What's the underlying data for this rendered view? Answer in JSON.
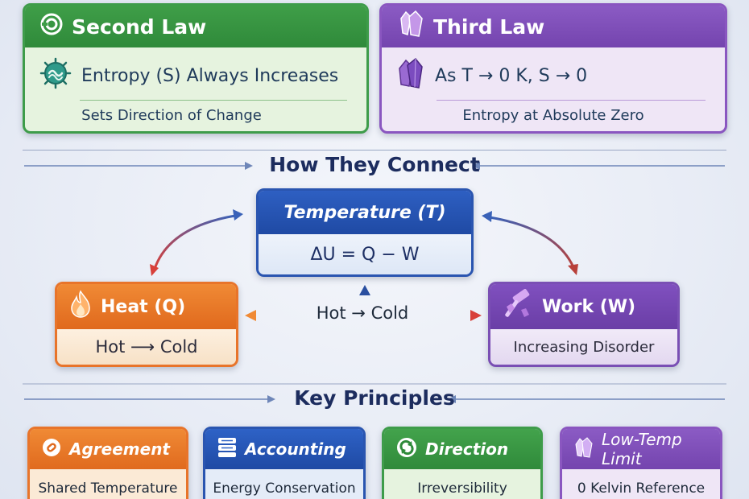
{
  "colors": {
    "green": "#3e9c4a",
    "purple": "#8a56c0",
    "blue": "#2a55b0",
    "orange": "#e8742a",
    "navy": "#1c2c5e",
    "red_arrow": "#d8403a",
    "orange_arrow": "#f08a35"
  },
  "second_law": {
    "title": "Second Law",
    "statement": "Entropy (S) Always Increases",
    "subtitle": "Sets Direction of Change",
    "icons": [
      "cycle-icon",
      "entropy-swirl-icon"
    ]
  },
  "third_law": {
    "title": "Third Law",
    "statement": "As T → 0 K, S → 0",
    "subtitle": "Entropy at Absolute Zero",
    "icons": [
      "crystal-icon",
      "crystal-icon"
    ]
  },
  "connect_section": {
    "title": "How They Connect"
  },
  "temperature": {
    "title": "Temperature (T)",
    "equation": "ΔU = Q − W"
  },
  "heat": {
    "title": "Heat (Q)",
    "subtitle": "Hot ⟶ Cold",
    "icon": "flame-icon"
  },
  "work": {
    "title": "Work (W)",
    "subtitle": "Increasing Disorder",
    "icon": "hammer-icon"
  },
  "flow_label": "Hot → Cold",
  "principles_section": {
    "title": "Key Principles"
  },
  "principles": [
    {
      "title": "Agreement",
      "subtitle": "Shared Temperature",
      "icon": "link-icon"
    },
    {
      "title": "Accounting",
      "subtitle": "Energy Conservation",
      "icon": "ledger-icon"
    },
    {
      "title": "Direction",
      "subtitle": "Irreversibility",
      "icon": "recycle-icon"
    },
    {
      "title": "Low-Temp Limit",
      "subtitle": "0 Kelvin Reference",
      "icon": "crystal-icon"
    }
  ]
}
